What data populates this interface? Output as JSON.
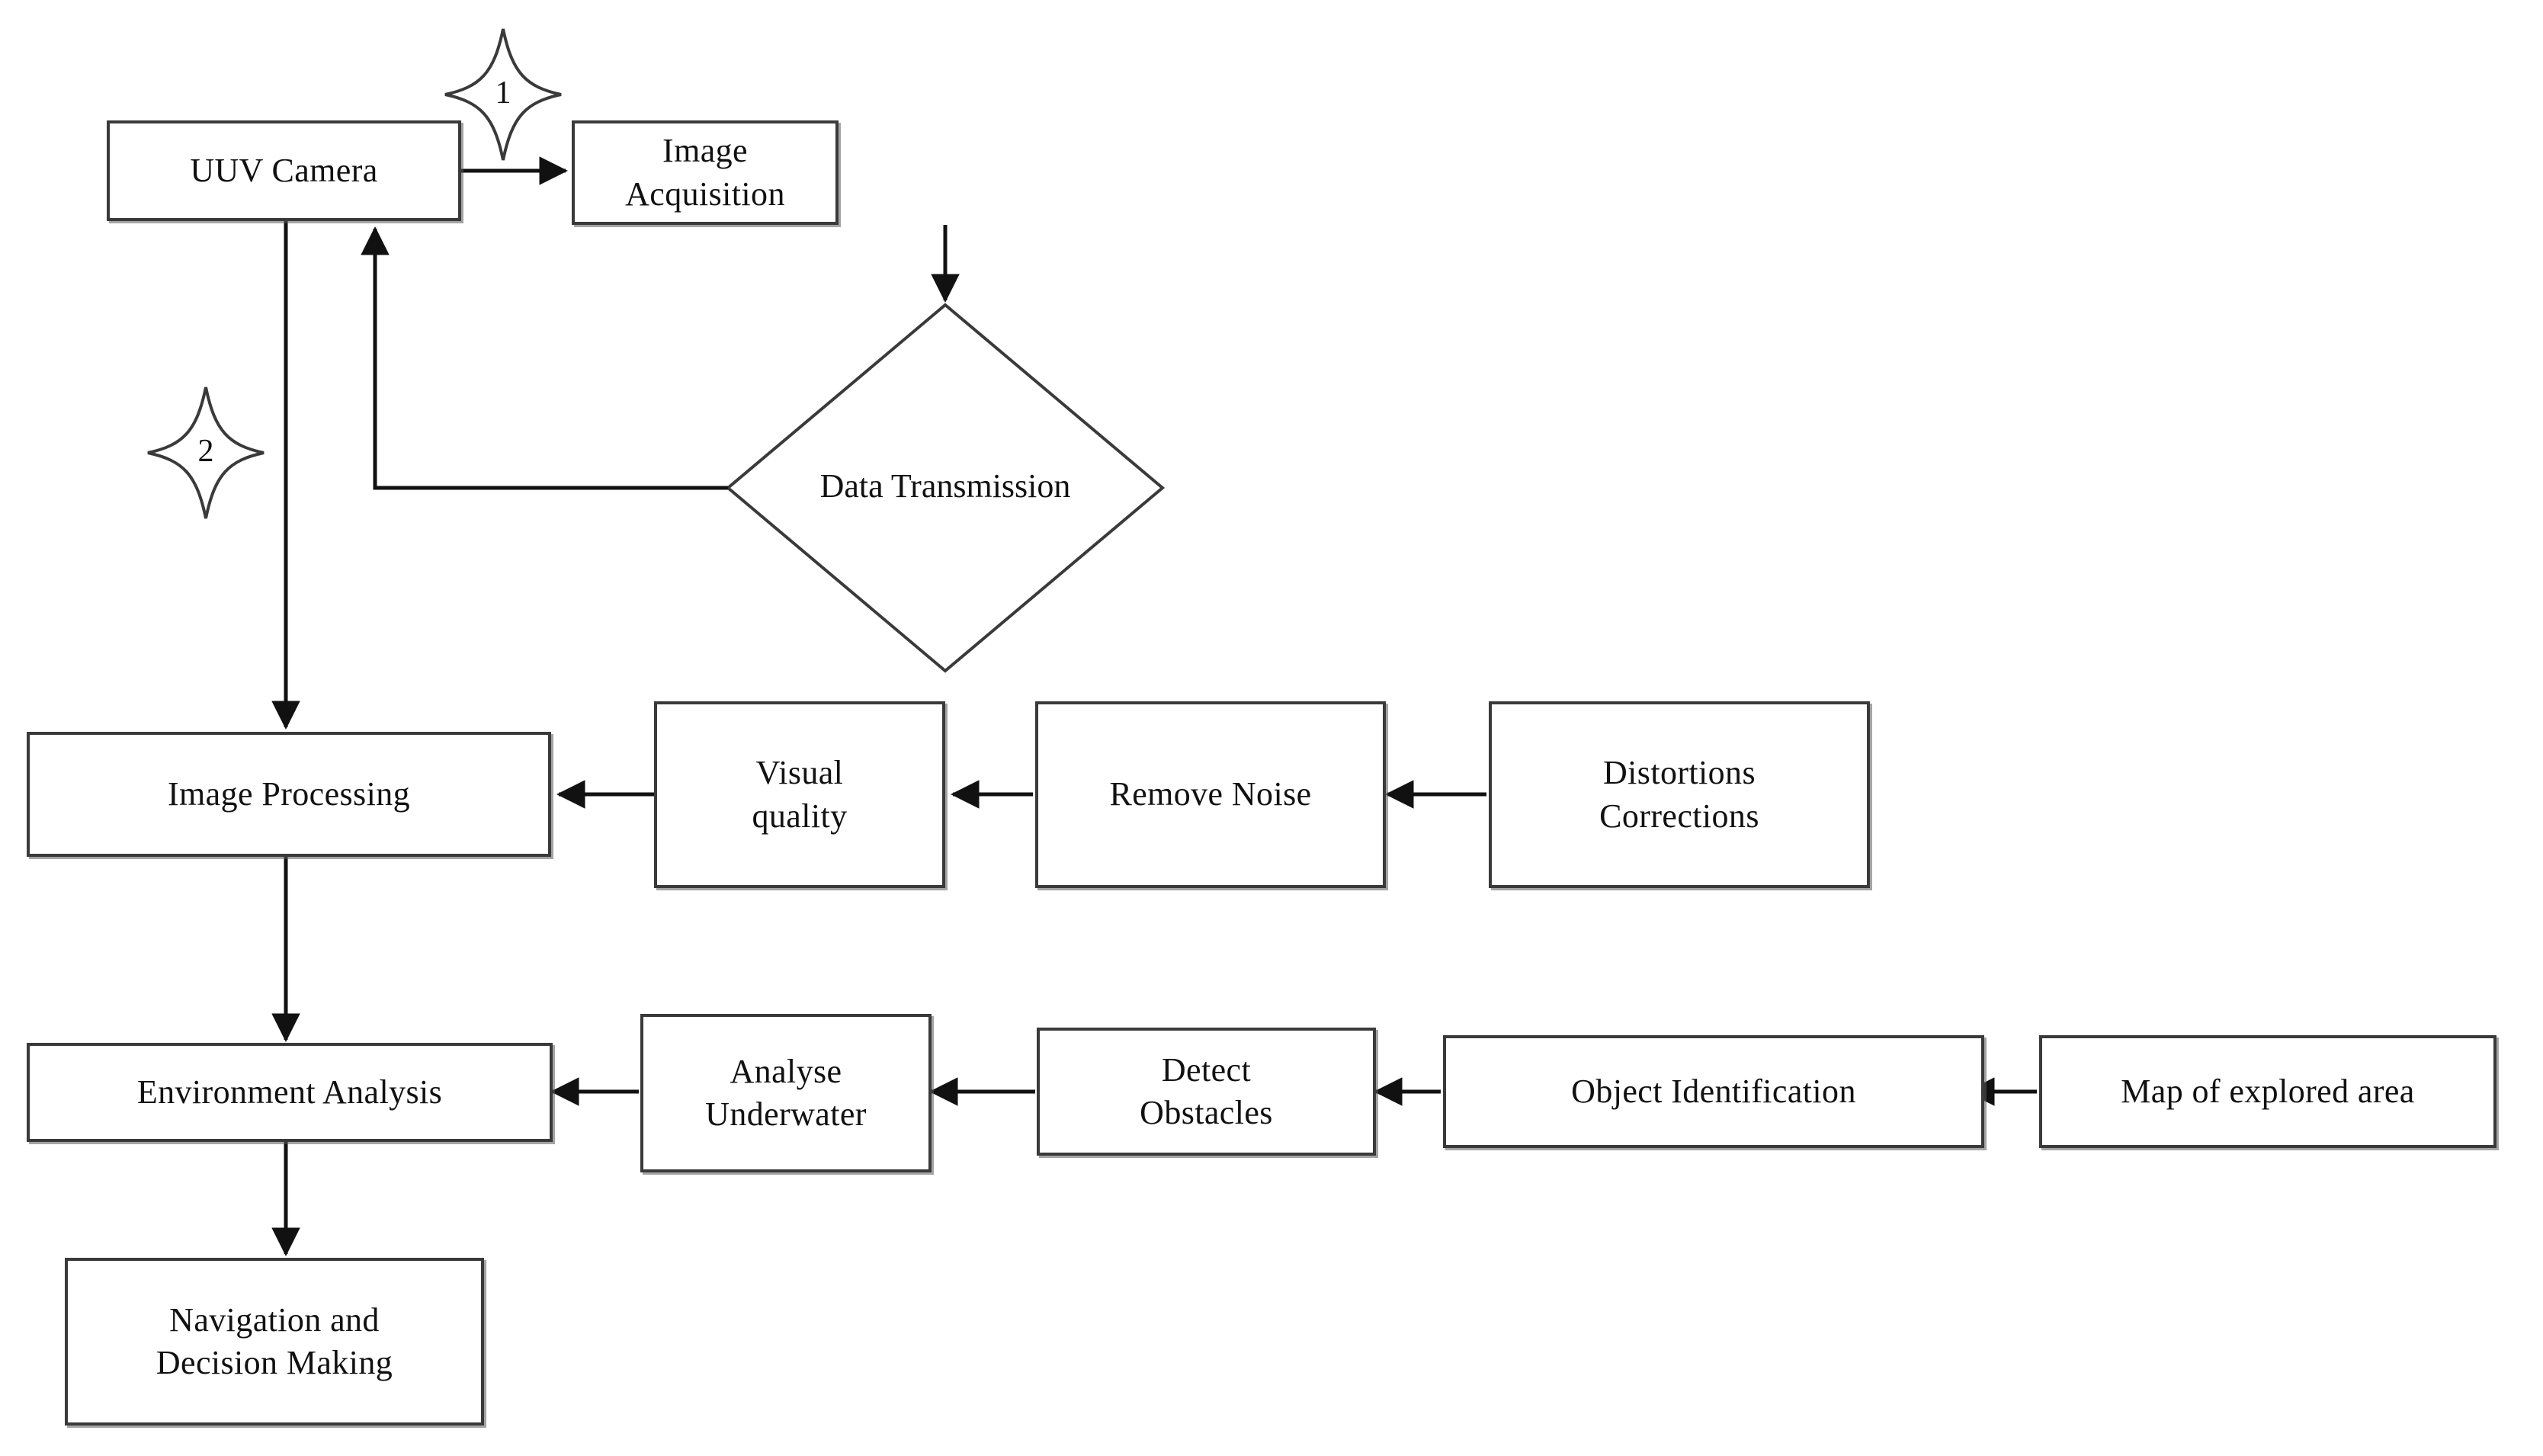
{
  "diagram": {
    "title": "UUV underwater vision processing pipeline flowchart",
    "background_color": "#ffffff",
    "stroke_color": "#3a3a3a",
    "text_color": "#111111"
  },
  "nodes": [
    {
      "id": "uuv-camera",
      "label": "UUV Camera",
      "shape": "rectangle"
    },
    {
      "id": "image-acquisition",
      "label": "Image Acquisition",
      "shape": "rectangle"
    },
    {
      "id": "data-transmission",
      "label": "Data Transmission",
      "shape": "diamond"
    },
    {
      "id": "image-processing",
      "label": "Image Processing",
      "shape": "rectangle"
    },
    {
      "id": "visual-quality",
      "label": "Visual\nquality",
      "shape": "rectangle"
    },
    {
      "id": "remove-noise",
      "label": "Remove Noise",
      "shape": "rectangle"
    },
    {
      "id": "distortions",
      "label": "Distortions\nCorrections",
      "shape": "rectangle"
    },
    {
      "id": "environment",
      "label": "Environment Analysis",
      "shape": "rectangle"
    },
    {
      "id": "analyse-underwater",
      "label": "Analyse\nUnderwater",
      "shape": "rectangle"
    },
    {
      "id": "detect-obstacles",
      "label": "Detect\nObstacles",
      "shape": "rectangle"
    },
    {
      "id": "object-id",
      "label": "Object Identification",
      "shape": "rectangle"
    },
    {
      "id": "map-area",
      "label": "Map of explored area",
      "shape": "rectangle"
    },
    {
      "id": "navigation",
      "label": "Navigation and\nDecision Making",
      "shape": "rectangle"
    }
  ],
  "markers": [
    {
      "id": "marker-1",
      "label": "1",
      "shape": "four-pointed-star"
    },
    {
      "id": "marker-2",
      "label": "2",
      "shape": "four-pointed-star"
    }
  ],
  "edges": [
    {
      "from": "uuv-camera",
      "to": "image-acquisition",
      "direction": "right"
    },
    {
      "from": "image-acquisition",
      "to": "data-transmission",
      "direction": "down"
    },
    {
      "from": "data-transmission",
      "to": "uuv-camera",
      "direction": "feedback-left-up"
    },
    {
      "from": "uuv-camera",
      "to": "image-processing",
      "direction": "down"
    },
    {
      "from": "visual-quality",
      "to": "image-processing",
      "direction": "left"
    },
    {
      "from": "remove-noise",
      "to": "visual-quality",
      "direction": "left"
    },
    {
      "from": "distortions",
      "to": "remove-noise",
      "direction": "left"
    },
    {
      "from": "image-processing",
      "to": "environment",
      "direction": "down"
    },
    {
      "from": "analyse-underwater",
      "to": "environment",
      "direction": "left"
    },
    {
      "from": "detect-obstacles",
      "to": "analyse-underwater",
      "direction": "left"
    },
    {
      "from": "object-id",
      "to": "detect-obstacles",
      "direction": "left"
    },
    {
      "from": "map-area",
      "to": "object-id",
      "direction": "left"
    },
    {
      "from": "environment",
      "to": "navigation",
      "direction": "down"
    }
  ]
}
